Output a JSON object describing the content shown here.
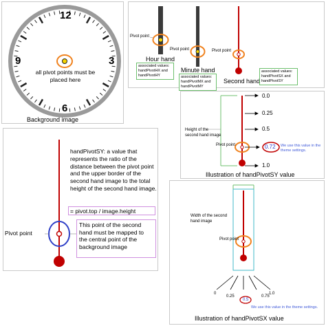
{
  "panel_background": {
    "clock_numbers": [
      "12",
      "3",
      "6",
      "9"
    ],
    "center_text": "all pivot points must be placed here",
    "caption": "Background image"
  },
  "panel_hands": {
    "hour": {
      "pivot_label": "Pivot point",
      "caption": "Hour hand",
      "values_label": "associated values:",
      "values": "handPivotHX and handPivotHY"
    },
    "minute": {
      "pivot_label": "Pivot point",
      "caption": "Minute hand",
      "values_label": "associated values:",
      "values": "handPivotMX and handPivotMY"
    },
    "second": {
      "pivot_label": "Pivot point",
      "caption": "Second hand",
      "values_label": "associated values:",
      "values": "handPivotSX and handPivotSY"
    }
  },
  "panel_sy": {
    "ticks": [
      "0.0",
      "0.25",
      "0.5",
      "0.72",
      "1.0"
    ],
    "height_label": "Height of the second hand image",
    "pivot_label": "Pivot point",
    "note": "We use this value in the theme settings.",
    "caption": "Illustration of handPivotSY value"
  },
  "panel_explain": {
    "description": "handPivotSY: a value that represents the ratio of the distance between the pivot point and the upper border of the second hand image to the total height of the second hand image.",
    "formula": "= pivot.top / image.height",
    "pivot_label": "Pivot point",
    "mapping_note": "This point of the second hand must be mapped to the central point of the background image"
  },
  "panel_sx": {
    "width_label": "Width of the second hand image",
    "pivot_label": "Pivot point",
    "ticks": [
      "0",
      "0.25",
      "0.5",
      "0.75",
      "1.0"
    ],
    "note": "We use this value in the theme settings.",
    "caption": "Illustration of handPivotSX value"
  },
  "colors": {
    "hand": "#c00000",
    "pivot_ring": "#f0821e",
    "green_box": "#6cbf6c",
    "blue_ring": "#2e3fc7",
    "purple_box": "#cf8fe0",
    "note_blue": "#3f59d8"
  }
}
